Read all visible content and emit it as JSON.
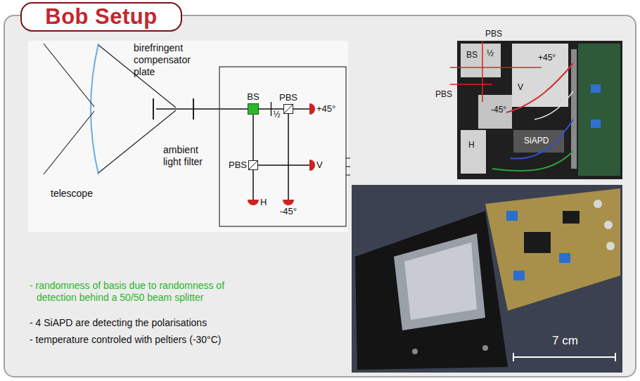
{
  "diagram": {
    "title": "Bob Setup",
    "nodes": [
      {
        "text": [
          "BS"
        ]
      },
      {
        "text": [
          "PBS"
        ]
      },
      {
        "text": [
          "PBS"
        ]
      },
      {
        "text": [
          "+45°"
        ]
      },
      {
        "text": [
          "V"
        ]
      },
      {
        "text": [
          "H"
        ]
      },
      {
        "text": [
          "-45°"
        ]
      }
    ],
    "edges": [
      {
        "from": 0,
        "to": 1,
        "label": "½",
        "arrow": "none"
      },
      {
        "from": 1,
        "to": 3,
        "arrow": "none"
      },
      {
        "from": 1,
        "to": 6,
        "arrow": "none"
      },
      {
        "from": 0,
        "to": 2,
        "arrow": "none"
      },
      {
        "from": 2,
        "to": 4,
        "arrow": "none"
      },
      {
        "from": 2,
        "to": 5,
        "arrow": "none"
      }
    ],
    "labels": [
      "telescope",
      "birefringent compensator plate",
      "ambient light filter",
      "PBS",
      "BS",
      "½",
      "+45°",
      "PBS",
      "V",
      "-45°",
      "H",
      "SiAPD",
      "7 cm",
      "- randomness of basis due to randomness of detection behind a 50/50 beam splitter",
      "- 4 SiAPD are detecting the polarisations",
      "- temperature controled with peltiers (-30°C)"
    ]
  }
}
